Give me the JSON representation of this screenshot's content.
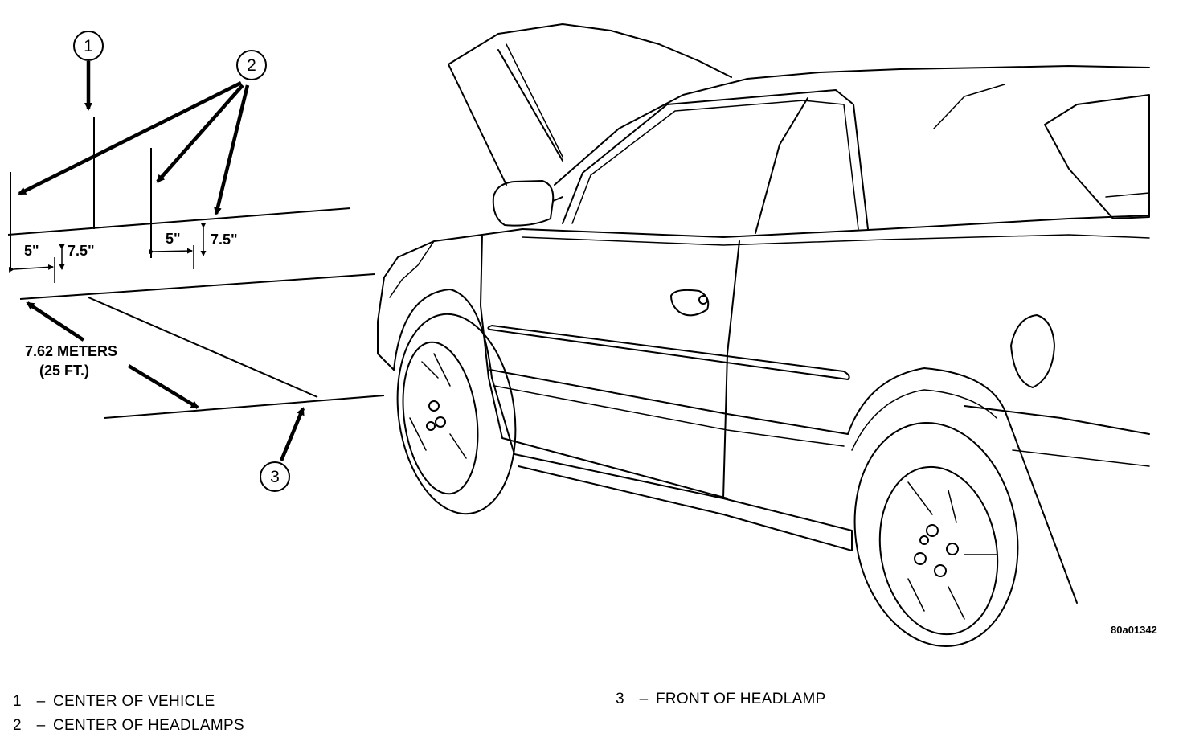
{
  "callouts": [
    "1",
    "2",
    "3"
  ],
  "measurements": {
    "horizontal_offset": "5\"",
    "vertical_offset": "7.5\"",
    "distance_line1": "7.62 METERS",
    "distance_line2": "(25 FT.)"
  },
  "figure_code": "80a01342",
  "legend": [
    {
      "num": "1",
      "dash": "–",
      "text": "CENTER OF VEHICLE"
    },
    {
      "num": "2",
      "dash": "–",
      "text": "CENTER OF HEADLAMPS"
    },
    {
      "num": "3",
      "dash": "–",
      "text": "FRONT OF HEADLAMP"
    }
  ]
}
